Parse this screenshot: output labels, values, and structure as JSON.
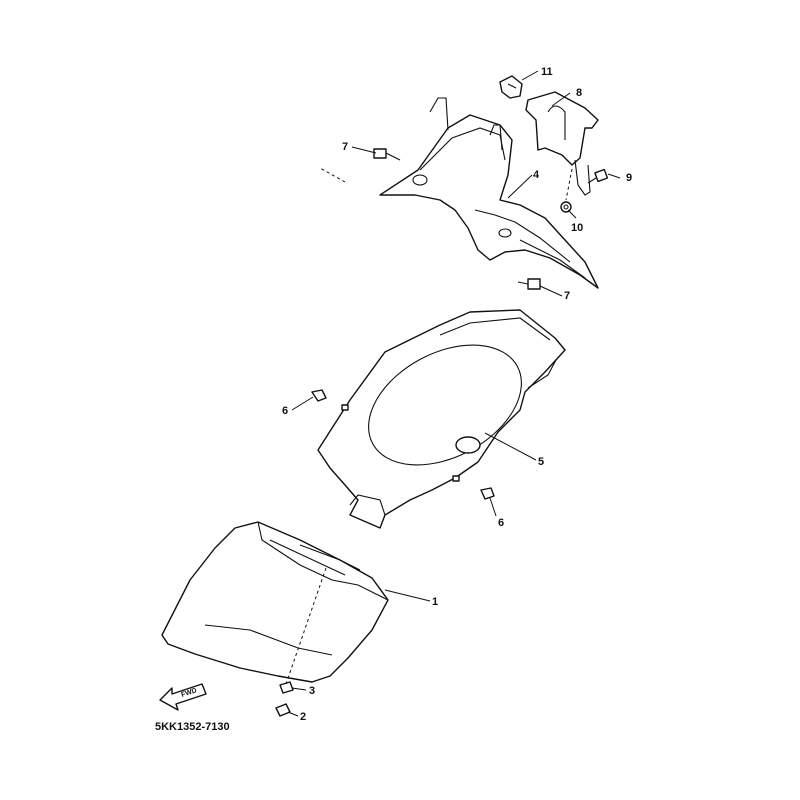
{
  "diagram": {
    "part_code": "5KK1352-7130",
    "forward_label": "FWD",
    "callouts": {
      "c1": "1",
      "c2": "2",
      "c3": "3",
      "c4": "4",
      "c5": "5",
      "c6a": "6",
      "c6b": "6",
      "c7a": "7",
      "c7b": "7",
      "c8": "8",
      "c9": "9",
      "c10": "10",
      "c11": "11"
    }
  }
}
